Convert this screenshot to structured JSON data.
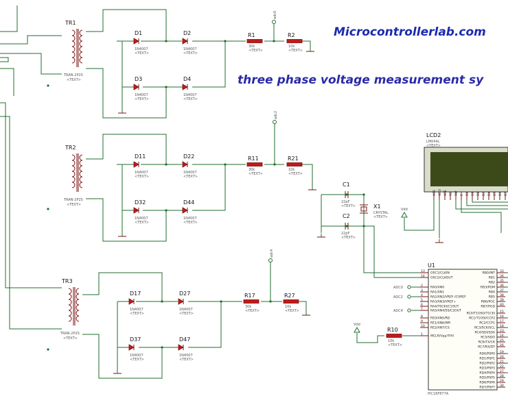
{
  "header": {
    "site": "Microcontrollerlab.com",
    "title": "three phase voltage measurement sy",
    "site_color": "#1b2ab0",
    "title_color": "#2a2aa8"
  },
  "colors": {
    "wire": "#1f6e2e",
    "component": "#7a1010",
    "body": "#c21a1a",
    "lcd_screen": "#3c4a1a"
  },
  "common": {
    "text_placeholder": "<TEXT>"
  },
  "transformers": [
    {
      "ref": "TR1",
      "part": "TRAN-2P2S"
    },
    {
      "ref": "TR2",
      "part": "TRAN-2P2S"
    },
    {
      "ref": "TR3",
      "part": "TRAN-2P2S"
    }
  ],
  "diodes": [
    {
      "ref": "D1",
      "part": "1N4007"
    },
    {
      "ref": "D2",
      "part": "1N4007"
    },
    {
      "ref": "D3",
      "part": "1N4007"
    },
    {
      "ref": "D4",
      "part": "1N4007"
    },
    {
      "ref": "D11",
      "part": "1N4007"
    },
    {
      "ref": "D22",
      "part": "1N4007"
    },
    {
      "ref": "D32",
      "part": "1N4007"
    },
    {
      "ref": "D44",
      "part": "1N4007"
    },
    {
      "ref": "D17",
      "part": "1N4007"
    },
    {
      "ref": "D27",
      "part": "1N4007"
    },
    {
      "ref": "D37",
      "part": "1N4007"
    },
    {
      "ref": "D47",
      "part": "1N4007"
    }
  ],
  "resistors": [
    {
      "ref": "R1",
      "value": "30k"
    },
    {
      "ref": "R2",
      "value": "10k"
    },
    {
      "ref": "R11",
      "value": "30k"
    },
    {
      "ref": "R21",
      "value": "10k"
    },
    {
      "ref": "R17",
      "value": "30k"
    },
    {
      "ref": "R27",
      "value": "10k"
    },
    {
      "ref": "R10",
      "value": "10k"
    }
  ],
  "capacitors": [
    {
      "ref": "C1",
      "value": "22pF"
    },
    {
      "ref": "C2",
      "value": "22pF"
    }
  ],
  "crystal": {
    "ref": "X1",
    "part": "CRYSTAL"
  },
  "probes": [
    "adc0",
    "adc2",
    "adc4"
  ],
  "adc_terminals": [
    "ADC2",
    "ADC0",
    "ADC2",
    "ADC4"
  ],
  "vdd_labels": [
    "Vdd",
    "Vdd"
  ],
  "lcd": {
    "ref": "LCD2",
    "part": "LM044L",
    "pins": [
      "VSS",
      "VDD",
      "VEE",
      "RS",
      "RW",
      "E",
      "D0",
      "D1",
      "D2",
      "D3",
      "D4",
      "D5",
      "D6",
      "D7"
    ]
  },
  "mcu": {
    "ref": "U1",
    "part": "PIC16F877A",
    "left_pins": [
      {
        "num": "13",
        "name": "OSC1/CLKIN"
      },
      {
        "num": "14",
        "name": "OSC2/CLKOUT"
      },
      {
        "num": "2",
        "name": "RA0/AN0"
      },
      {
        "num": "3",
        "name": "RA1/AN1"
      },
      {
        "num": "4",
        "name": "RA2/AN2/VREF-/CVREF"
      },
      {
        "num": "5",
        "name": "RA3/AN3/VREF+"
      },
      {
        "num": "6",
        "name": "RA4/T0CKI/C1OUT"
      },
      {
        "num": "7",
        "name": "RA5/AN4/SS/C2OUT"
      },
      {
        "num": "8",
        "name": "RE0/AN5/RD"
      },
      {
        "num": "9",
        "name": "RE1/AN6/WR"
      },
      {
        "num": "10",
        "name": "RE2/AN7/CS"
      },
      {
        "num": "1",
        "name": "MCLR/Vpp/THV"
      }
    ],
    "right_pins": [
      {
        "num": "33",
        "name": "RB0/INT"
      },
      {
        "num": "34",
        "name": "RB1"
      },
      {
        "num": "35",
        "name": "RB2"
      },
      {
        "num": "36",
        "name": "RB3/PGM"
      },
      {
        "num": "37",
        "name": "RB4"
      },
      {
        "num": "38",
        "name": "RB5"
      },
      {
        "num": "39",
        "name": "RB6/PGC"
      },
      {
        "num": "40",
        "name": "RB7/PGD"
      },
      {
        "num": "15",
        "name": "RC0/T1OSO/T1CKI"
      },
      {
        "num": "16",
        "name": "RC1/T1OSI/CCP2"
      },
      {
        "num": "17",
        "name": "RC2/CCP1"
      },
      {
        "num": "18",
        "name": "RC3/SCK/SCL"
      },
      {
        "num": "23",
        "name": "RC4/SDI/SDA"
      },
      {
        "num": "24",
        "name": "RC5/SDO"
      },
      {
        "num": "25",
        "name": "RC6/TX/CK"
      },
      {
        "num": "26",
        "name": "RC7/RX/DT"
      },
      {
        "num": "19",
        "name": "RD0/PSP0"
      },
      {
        "num": "20",
        "name": "RD1/PSP1"
      },
      {
        "num": "21",
        "name": "RD2/PSP2"
      },
      {
        "num": "22",
        "name": "RD3/PSP3"
      },
      {
        "num": "27",
        "name": "RD4/PSP4"
      },
      {
        "num": "28",
        "name": "RD5/PSP5"
      },
      {
        "num": "29",
        "name": "RD6/PSP6"
      },
      {
        "num": "30",
        "name": "RD7/PSP7"
      }
    ]
  }
}
